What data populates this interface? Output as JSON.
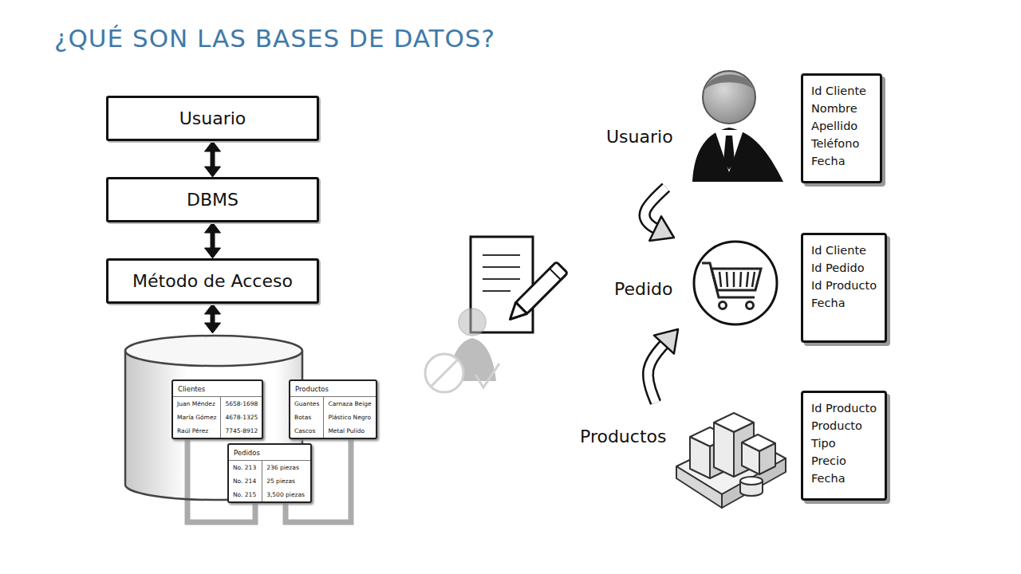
{
  "diagram": {
    "title": "¿QUÉ SON LAS BASES DE DATOS?",
    "nodes": [
      {
        "text": [
          "Usuario"
        ]
      },
      {
        "text": [
          "DBMS"
        ]
      },
      {
        "text": [
          "Método de Acceso"
        ]
      },
      {
        "text": []
      },
      {
        "text": [
          "Clientes",
          "Juan Méndez",
          "5658-1698",
          "María Gómez",
          "4678-1325",
          "Raúl Pérez",
          "7745-8912"
        ],
        "in": 3
      },
      {
        "text": [
          "Productos",
          "Guantes",
          "Carnaza Beige",
          "Botas",
          "Plástico Negro",
          "Cascos",
          "Metal Pulido"
        ],
        "in": 3
      },
      {
        "text": [
          "Pedidos",
          "No. 213",
          "236 piezas",
          "No. 214",
          "25 piezas",
          "No. 215",
          "3,500 piezas"
        ],
        "in": 3
      },
      {
        "text": [
          "Usuario"
        ]
      },
      {
        "text": [
          "Id Cliente",
          "Nombre",
          "Apellido",
          "Teléfono",
          "Fecha"
        ]
      },
      {
        "text": [
          "Pedido"
        ]
      },
      {
        "text": [
          "Id Cliente",
          "Id Pedido",
          "Id Producto",
          "Fecha"
        ]
      },
      {
        "text": [
          "Productos"
        ]
      },
      {
        "text": [
          "Id Producto",
          "Producto",
          "Tipo",
          "Precio",
          "Fecha"
        ]
      }
    ],
    "edges": [
      {
        "from": 0,
        "to": 1,
        "arrow": "both"
      },
      {
        "from": 1,
        "to": 2,
        "arrow": "both"
      },
      {
        "from": 2,
        "to": 3,
        "arrow": "both"
      },
      {
        "from": 4,
        "to": 6,
        "arrow": "none"
      },
      {
        "from": 5,
        "to": 6,
        "arrow": "none"
      },
      {
        "from": 7,
        "to": 9,
        "arrow": "to"
      },
      {
        "from": 11,
        "to": 9,
        "arrow": "to"
      }
    ]
  }
}
